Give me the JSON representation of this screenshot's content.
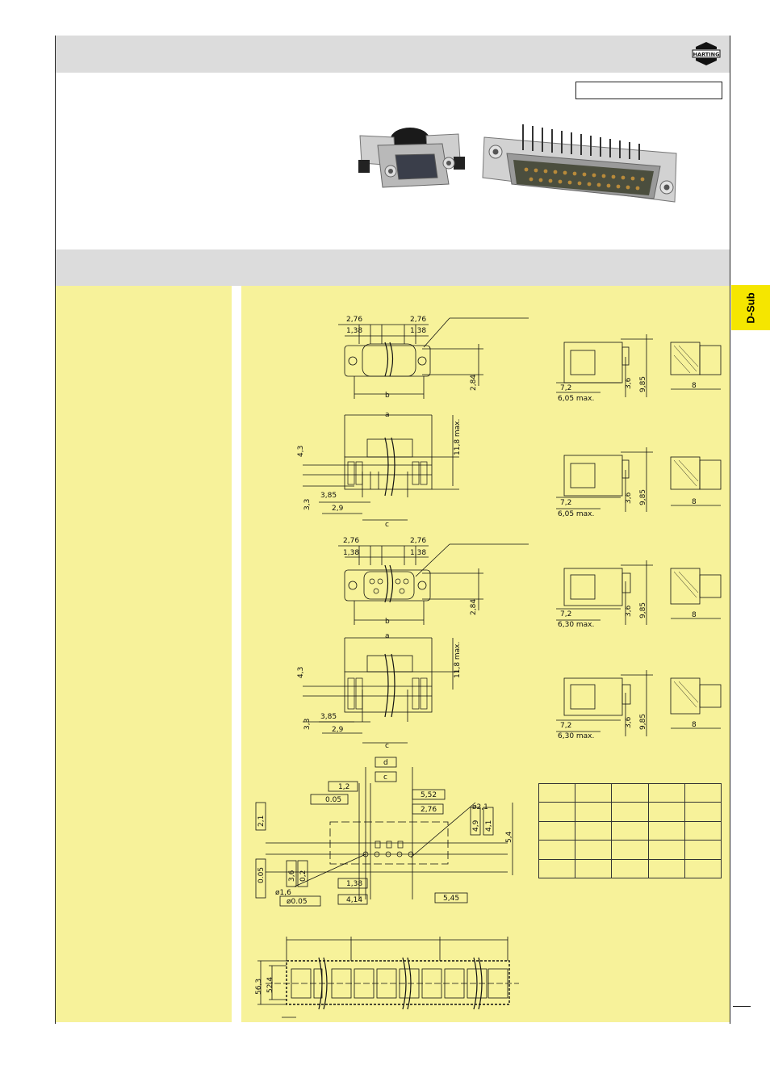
{
  "brand": {
    "name": "HARTING"
  },
  "side_tab": {
    "label": "D-Sub"
  },
  "dimensions": {
    "d_2_76": "2,76",
    "d_1_38": "1,38",
    "d_2_84": "2,84",
    "label_a": "a",
    "label_b": "b",
    "label_c": "c",
    "label_d": "d",
    "d_11_8": "11,8 max.",
    "d_4_3": "4,3",
    "d_3_85": "3,85",
    "d_3_3": "3,3",
    "d_2_9": "2,9",
    "d_7_2": "7,2",
    "d_6_05": "6,05 max.",
    "d_6_30": "6,30 max.",
    "d_3_6": "3,6",
    "d_9_85": "9,85",
    "d_8": "8",
    "d_1_2": "1,2",
    "d_0_05": "0.05",
    "d_5_52": "5,52",
    "d_2_1": "2,1",
    "d_4_9": "4,9",
    "d_4_1": "4,1",
    "d_5_4": "5,4",
    "d_0_2": "0,2",
    "d_1_38b": "1,38",
    "d_4_14": "4,14",
    "d_5_45": "5,45",
    "d_phi_005": "ø0.05",
    "d_phi_2_1": "ø2,1",
    "d_phi_1_6": "ø1,6",
    "d_56_3": "56,3",
    "d_52_4": "52,4"
  },
  "colors": {
    "band_gray": "#dcdcdc",
    "yellow_panel": "#f7f29a",
    "tab_yellow": "#f5e600"
  },
  "icons": [
    "harting-logo-icon",
    "connector-photo"
  ]
}
